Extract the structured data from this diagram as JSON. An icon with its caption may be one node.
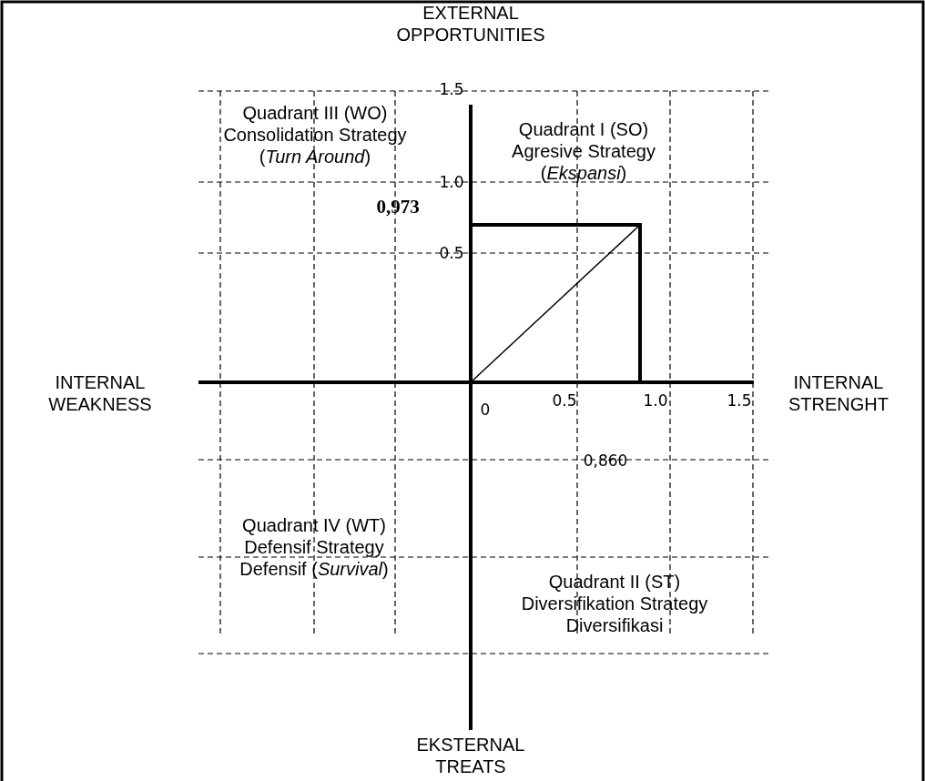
{
  "diagram": {
    "labels": [
      "EXTERNAL OPPORTUNITIES",
      "1.5",
      "Quadrant III (WO) Consolidation Strategy (*Turn Around*)",
      "Quadrant I (SO) Agresive Strategy (*Ekspansi*)",
      "1.0",
      "0,973",
      "0.5",
      "INTERNAL WEAKNESS",
      "INTERNAL STRENGHT",
      "0",
      "0.5",
      "1.0",
      "1.5",
      "0,860",
      "Quadrant IV (WT) Defensif Strategy Defensif (*Survival*)",
      "Quadrant II (ST) Diversifikation Strategy Diversifikasi",
      "EKSTERNAL TREATS"
    ]
  }
}
